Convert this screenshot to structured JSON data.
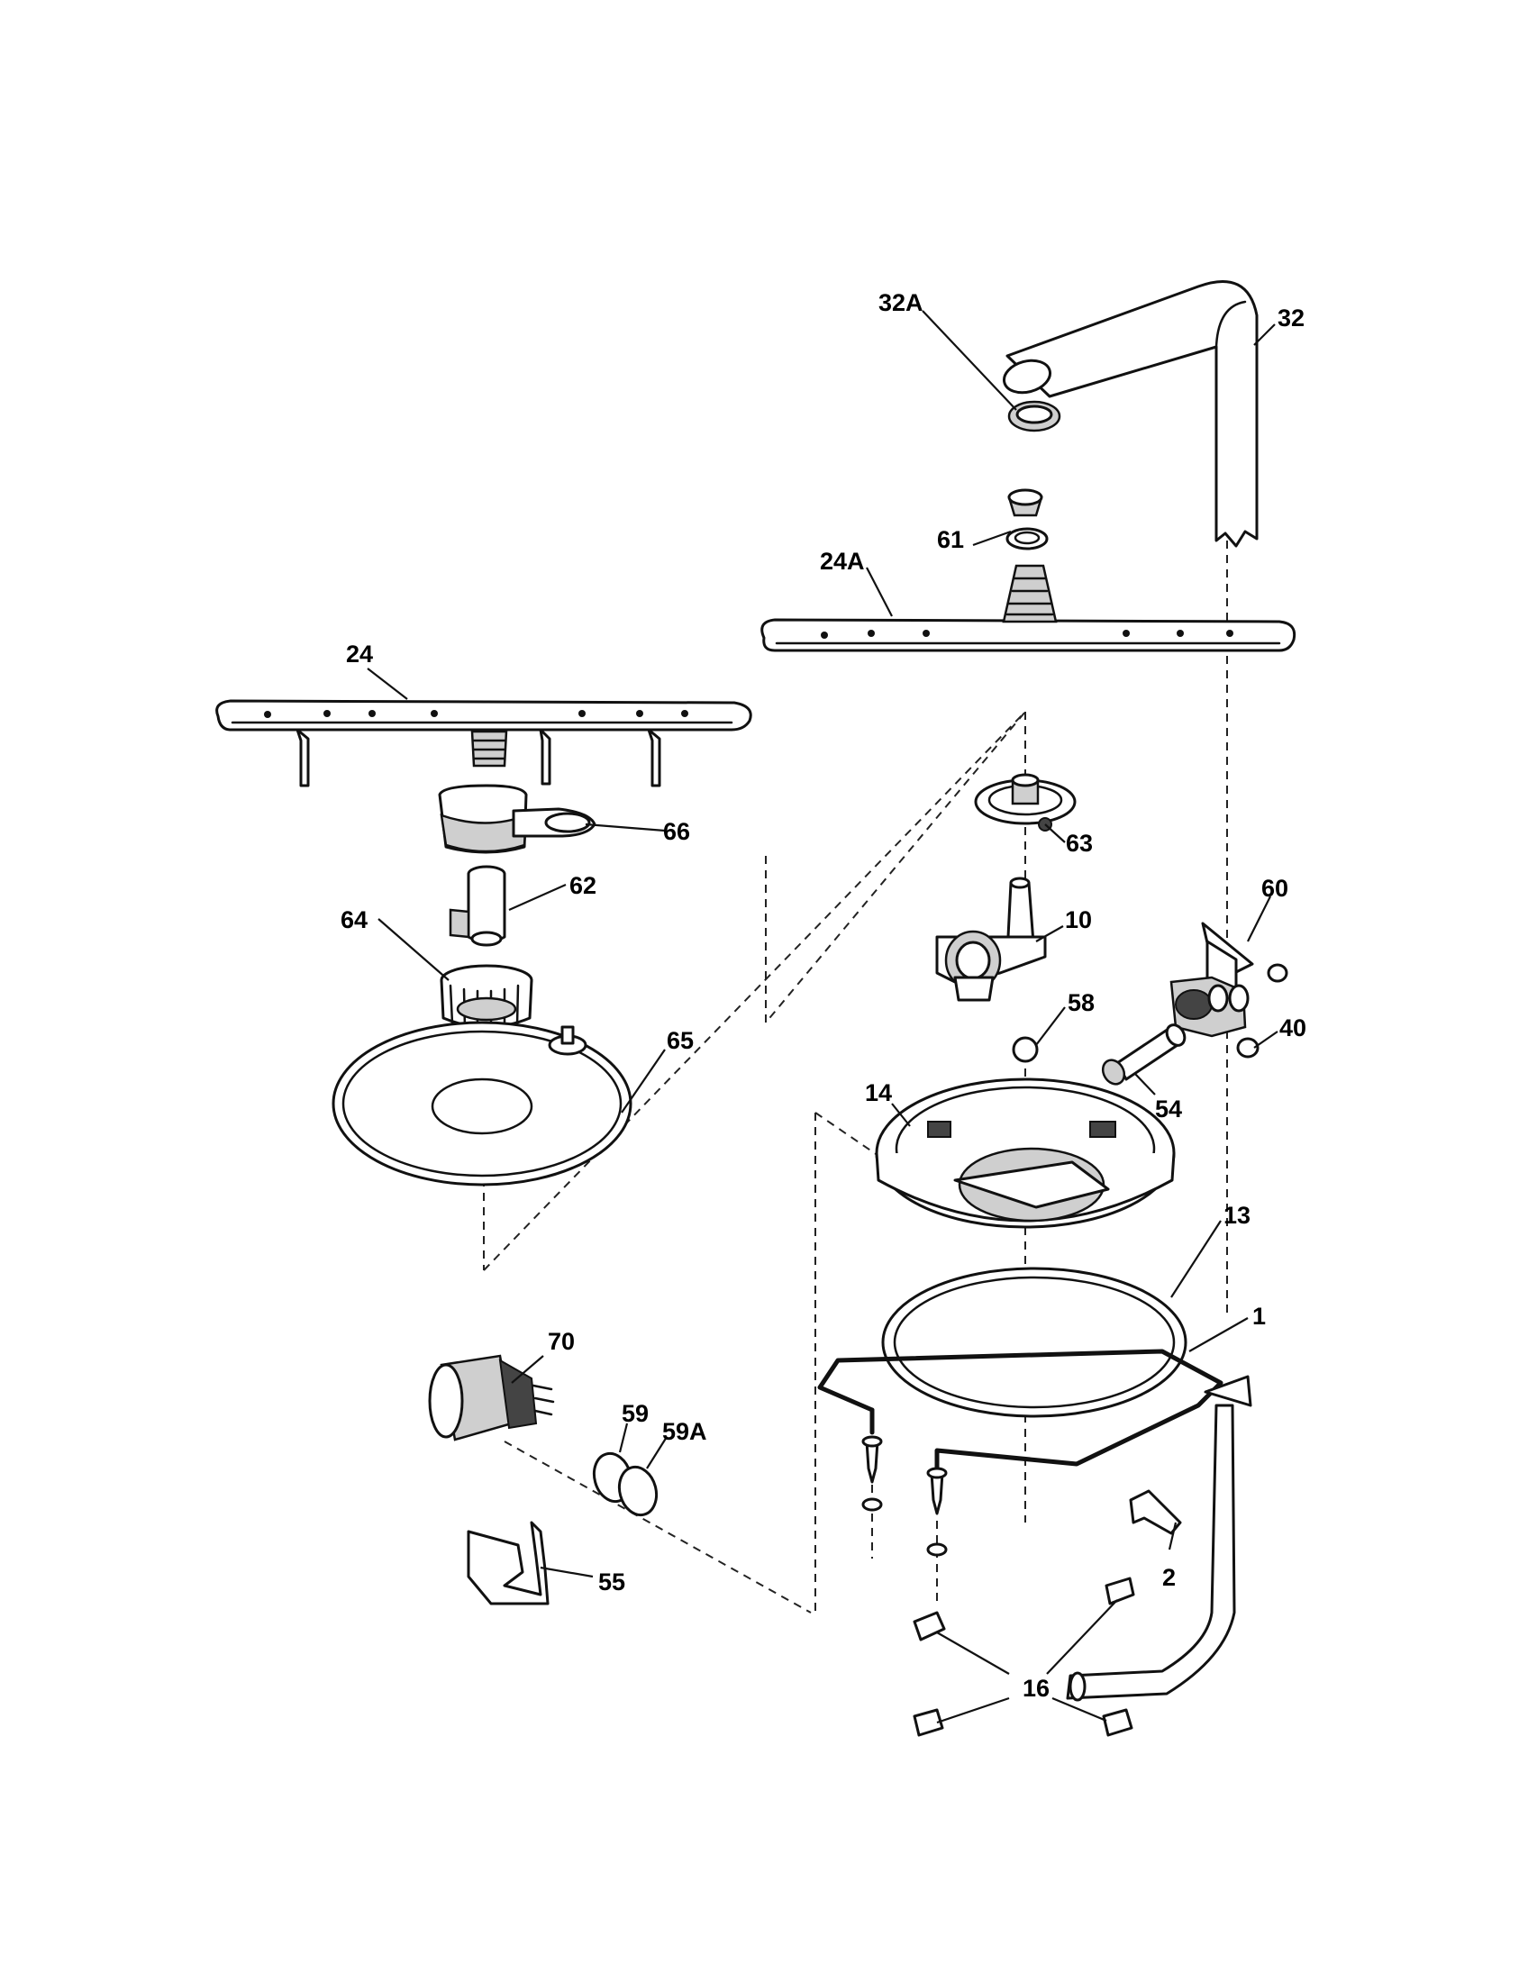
{
  "callouts": {
    "c1": "1",
    "c2": "2",
    "c10": "10",
    "c13": "13",
    "c14": "14",
    "c16": "16",
    "c24": "24",
    "c24A": "24A",
    "c32": "32",
    "c32A": "32A",
    "c40": "40",
    "c54": "54",
    "c55": "55",
    "c58": "58",
    "c59": "59",
    "c59A": "59A",
    "c60": "60",
    "c61": "61",
    "c62": "62",
    "c63": "63",
    "c64": "64",
    "c65": "65",
    "c66": "66",
    "c70": "70"
  },
  "colors": {
    "line": "#111111",
    "background": "#ffffff",
    "shade": "#cfcfcf"
  }
}
